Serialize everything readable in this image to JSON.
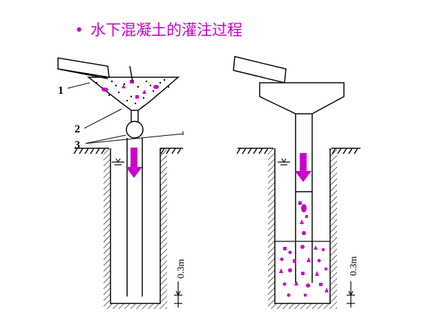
{
  "slide": {
    "bullet": "•",
    "title": "水下混凝土的灌注过程"
  },
  "figure": {
    "labels": {
      "label_1": "1",
      "label_2": "2",
      "label_3": "3"
    },
    "dimension_left": "0.3m",
    "dimension_right": "0.3m",
    "colors": {
      "accent": "#cc00cc",
      "line": "#000000"
    }
  }
}
